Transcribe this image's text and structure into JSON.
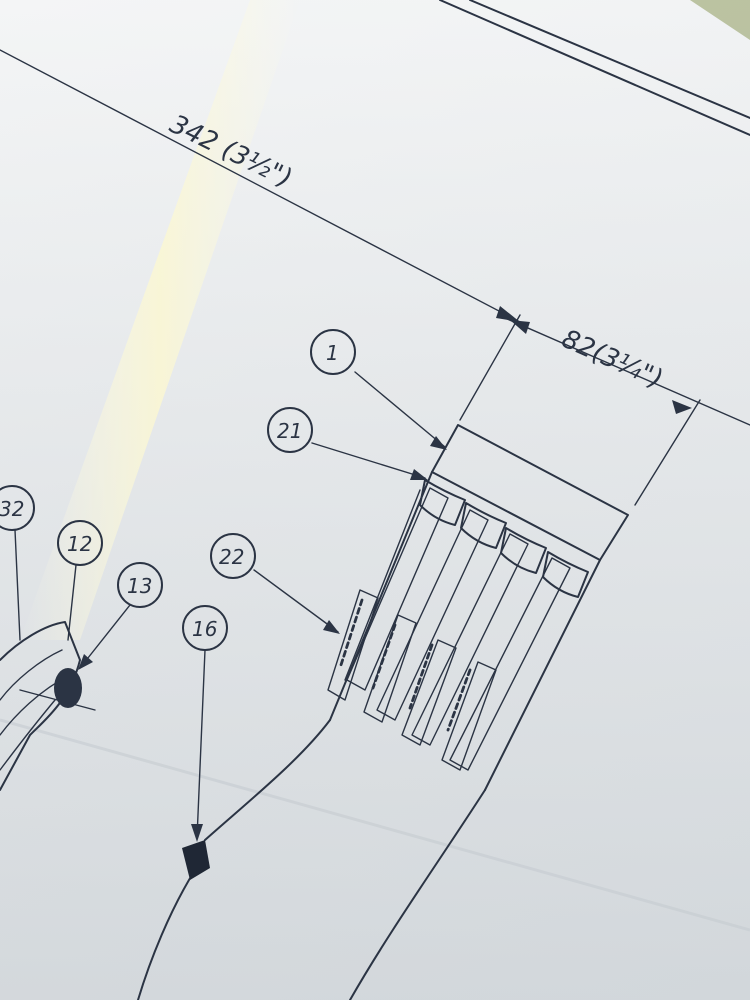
{
  "drawing": {
    "dimensions": [
      {
        "id": "overall-width",
        "label": "342 (3½\")"
      },
      {
        "id": "block-width",
        "label": "82(3¼\")"
      }
    ],
    "balloons": [
      {
        "id": "1",
        "label": "1"
      },
      {
        "id": "21",
        "label": "21"
      },
      {
        "id": "22",
        "label": "22"
      },
      {
        "id": "32",
        "label": "32"
      },
      {
        "id": "12",
        "label": "12"
      },
      {
        "id": "13",
        "label": "13"
      },
      {
        "id": "16",
        "label": "16"
      }
    ]
  }
}
